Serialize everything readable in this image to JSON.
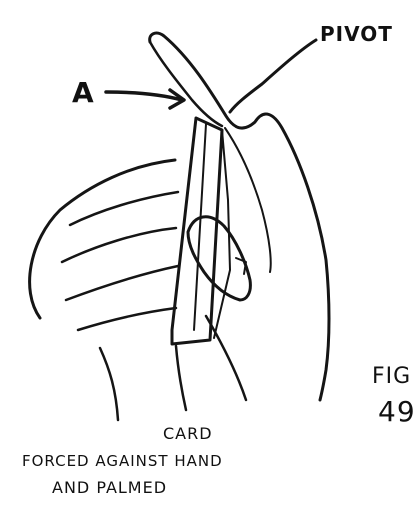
{
  "labels": {
    "pivot": "PIVOT",
    "a": "A",
    "card": "CARD",
    "caption_line_1": "FORCED AGAINST HAND",
    "caption_line_2": "AND PALMED",
    "fig_label": "FIG",
    "fig_number": "49"
  }
}
